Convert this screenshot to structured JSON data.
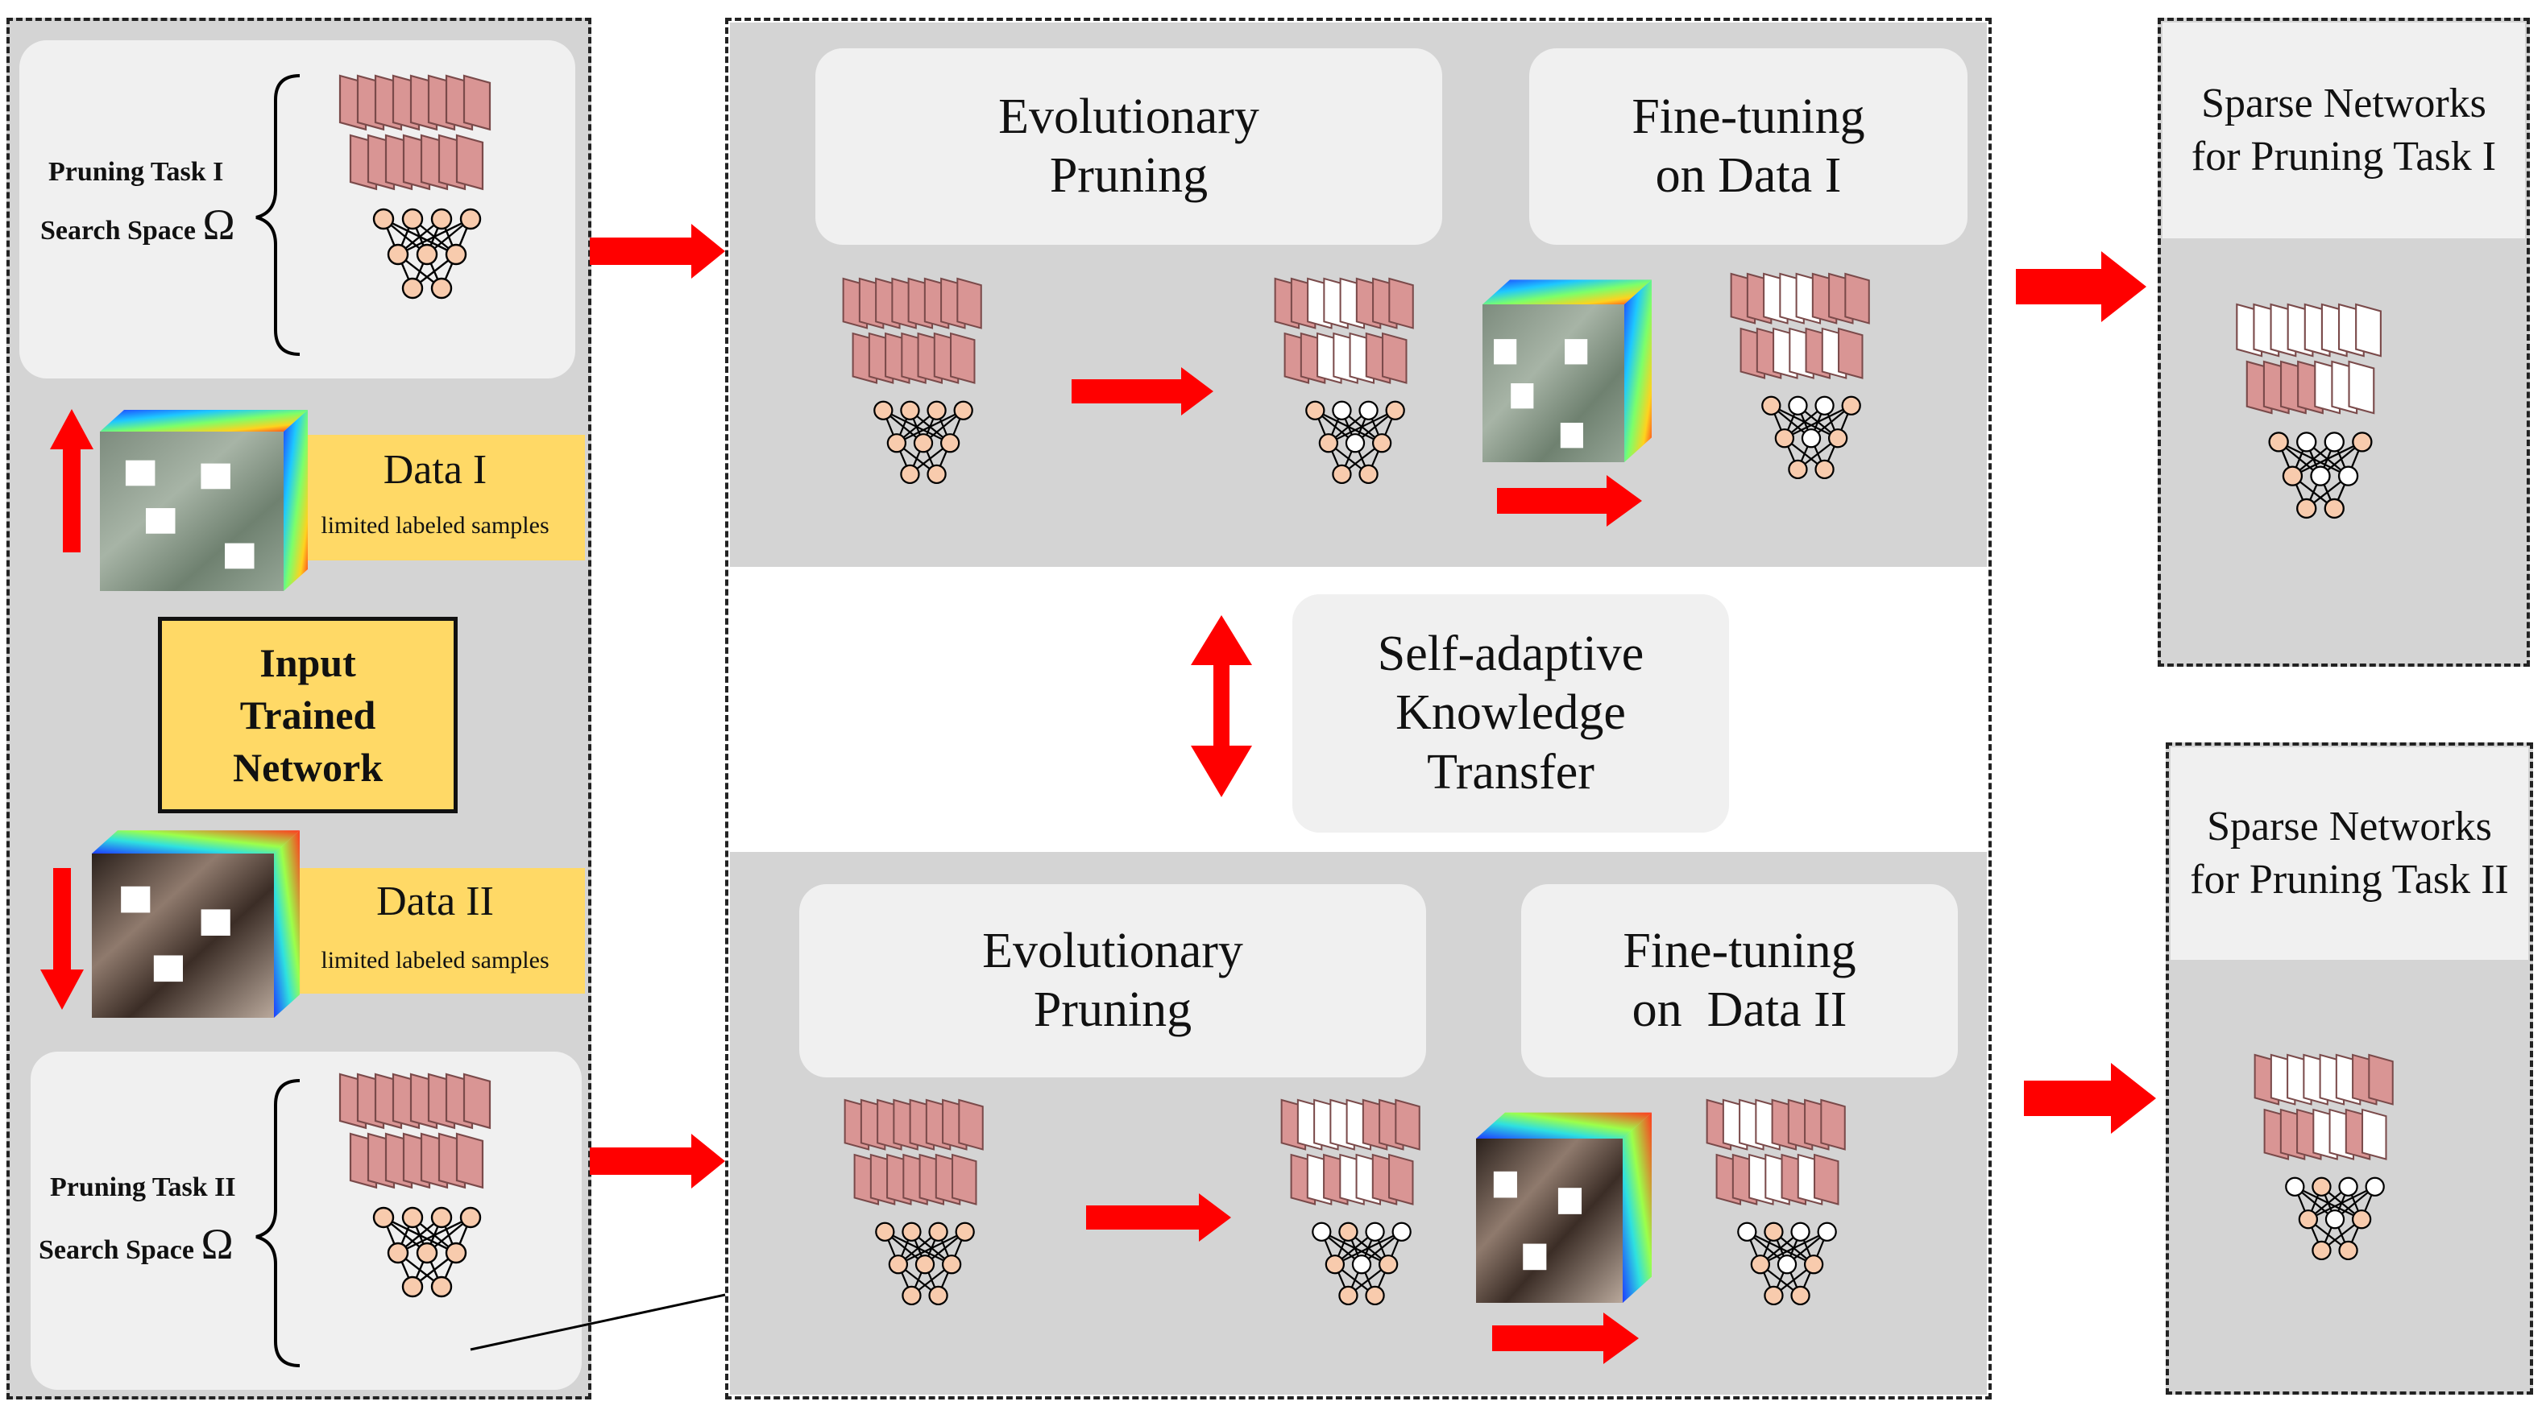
{
  "left_column": {
    "task1": {
      "label": "Pruning Task I",
      "search_space": "Search Space",
      "symbol": "Ω"
    },
    "task2": {
      "label": "Pruning Task II",
      "search_space": "Search Space",
      "symbol": "Ω"
    },
    "data1": {
      "title": "Data I",
      "subtitle": "limited labeled samples"
    },
    "data2": {
      "title": "Data II",
      "subtitle": "limited labeled samples"
    },
    "input": {
      "line1": "Input",
      "line2": "Trained",
      "line3": "Network"
    }
  },
  "center": {
    "top": {
      "evo_line1": "Evolutionary",
      "evo_line2": "Pruning",
      "ft_line1": "Fine-tuning",
      "ft_line2": "on Data I"
    },
    "transfer": {
      "line1": "Self-adaptive",
      "line2": "Knowledge",
      "line3": "Transfer"
    },
    "bottom": {
      "evo_line1": "Evolutionary",
      "evo_line2": "Pruning",
      "ft_line1": "Fine-tuning",
      "ft_line2": "on  Data II"
    }
  },
  "right_column": {
    "out1": {
      "line1": "Sparse Networks",
      "line2": "for Pruning Task I"
    },
    "out2": {
      "line1": "Sparse Networks",
      "line2": "for Pruning Task II"
    }
  },
  "colors": {
    "filter_pink": "#d99594",
    "node_orange": "#f8cbad",
    "arrow_red": "#ff0000",
    "panel_grey": "#d4d4d4",
    "box_light": "#f0f0f0",
    "data_yellow": "#ffd966"
  }
}
